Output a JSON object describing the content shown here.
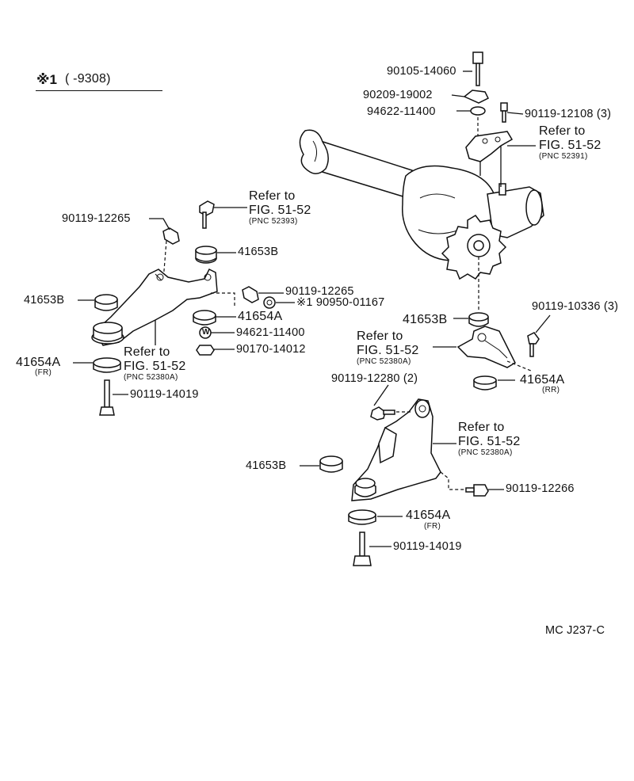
{
  "header": {
    "mark": "※1",
    "range": "(      -9308)"
  },
  "callouts": {
    "bolt_top": "90105-14060",
    "washer_top": "90209-19002",
    "cushion_top": "94622-11400",
    "bolt_top_right": "90119-12108 (3)",
    "refer_diff_1": "Refer to",
    "refer_diff_2": "FIG. 51-52",
    "refer_diff_3": "(PNC 52391)",
    "refer_front_1": "Refer to",
    "refer_front_2": "FIG. 51-52",
    "refer_front_3": "(PNC 52393)",
    "bolt_front_upper": "90119-12265",
    "cushion_front_upper": "41653B",
    "bolt_front_mid": "90119-12265",
    "cushion_front_left": "41653B",
    "marked_part": "※1 90950-01167",
    "cushion_front_a": "41654A",
    "washer_w": "94621-11400",
    "nut": "90170-14012",
    "refer_front_lower_1": "Refer to",
    "refer_front_lower_2": "FIG. 51-52",
    "refer_front_lower_3": "(PNC 52380A)",
    "cushion_fr": "41654A",
    "fr_note": "(FR)",
    "bolt_front_lower": "90119-14019",
    "cushion_rr_upper": "41653B",
    "bolt_rr": "90119-10336 (3)",
    "refer_rr_1": "Refer to",
    "refer_rr_2": "FIG. 51-52",
    "refer_rr_3": "(PNC 52380A)",
    "bolt_rr_2": "90119-12280 (2)",
    "cushion_rr": "41654A",
    "rr_note": "(RR)",
    "refer_right_1": "Refer to",
    "refer_right_2": "FIG. 51-52",
    "refer_right_3": "(PNC 52380A)",
    "cushion_right_left": "41653B",
    "bolt_right": "90119-12266",
    "cushion_right_fr": "41654A",
    "fr_note_2": "(FR)",
    "bolt_right_lower": "90119-14019",
    "washer_glyph": "W"
  },
  "footer": {
    "code": "MC J237-C"
  }
}
